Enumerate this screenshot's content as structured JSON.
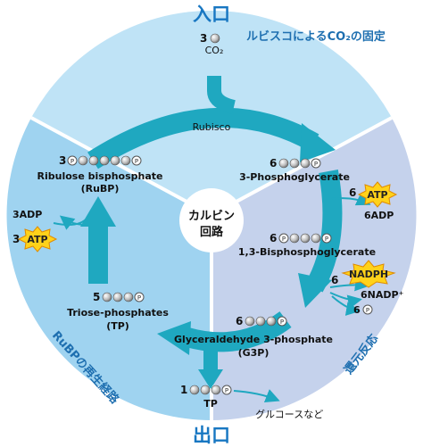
{
  "colors": {
    "top_sector": "#bfe3f6",
    "left_sector": "#9fd3f0",
    "right_sector": "#c5d2ec",
    "cycle_arrow": "#1fa8c0",
    "accent_text": "#1e6fb0",
    "io_text": "#1877c2",
    "star": "#ffd21a"
  },
  "labels": {
    "input": "入口",
    "output": "出口",
    "fixation": "ルビスコによるCO₂の固定",
    "reduction": "還元反応",
    "regeneration": "RuBPの再生経路",
    "center_line1": "カルビン",
    "center_line2": "回路"
  },
  "molecules": {
    "co2": {
      "count": "3",
      "name": "CO₂"
    },
    "rubisco": "Rubisco",
    "pga": {
      "count": "6",
      "name": "3-Phosphoglycerate"
    },
    "bpg": {
      "count": "6",
      "name": "1,3-Bisphosphoglycerate"
    },
    "g3p": {
      "count": "6",
      "name1": "Glyceraldehyde 3-phosphate",
      "name2": "(G3P)"
    },
    "tp_out": {
      "count": "1",
      "name": "TP"
    },
    "tp": {
      "count": "5",
      "name1": "Triose-phosphates",
      "name2": "(TP)"
    },
    "rubp": {
      "count": "3",
      "name1": "Ribulose bisphosphate",
      "name2": "(RuBP)"
    }
  },
  "cofactors": {
    "atp_right_num": "6",
    "atp_right": "ATP",
    "adp_right": "6ADP",
    "nadph_num": "6",
    "nadph": "NADPH",
    "nadp": "6NADP⁺",
    "pi_num": "6",
    "atp_left_num": "3",
    "atp_left": "ATP",
    "adp_left": "3ADP",
    "phosphate_symbol": "P"
  },
  "products": {
    "glucose": "グルコースなど"
  }
}
